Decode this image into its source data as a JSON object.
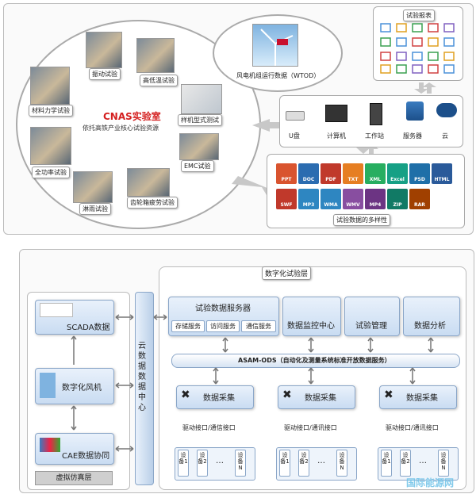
{
  "top": {
    "center_title": "CNAS实验室",
    "center_sub": "依托高铁产业核心试验资源",
    "lab_items": [
      "振动试验",
      "高低温试验",
      "材料力学试验",
      "样机型式测试",
      "全功率试验",
      "EMC试验",
      "淋雨试验",
      "齿轮箱疲劳试验"
    ],
    "wtod_label": "风电机组运行数据（WTOD）",
    "report_title": "试验报表",
    "storage": [
      "U盘",
      "计算机",
      "工作站",
      "服务器",
      "云"
    ],
    "formats": [
      "PPT",
      "DOC",
      "PDF",
      "TXT",
      "XML",
      "Excel",
      "PSD",
      "HTML",
      "SWF",
      "MP3",
      "WMA",
      "WMV",
      "MP4",
      "ZIP",
      "RAR"
    ],
    "diversity_label": "试验数据的多样性"
  },
  "bottom": {
    "layer_title": "数字化试验层",
    "cloud_center": "云数据数据中心",
    "scada": "SCADA数据",
    "digital_turbine": "数字化风机",
    "cae": "CAE数据协同",
    "virtual_layer": "虚拟仿真层",
    "server": "试验数据服务器",
    "server_subs": [
      "存储服务",
      "访问服务",
      "通信服务"
    ],
    "monitor": "数据监控中心",
    "manage": "试验管理",
    "analysis": "数据分析",
    "asam": "ASAM-ODS（自动化及测量系统标准开放数据服务）",
    "acq_label": "数据采集",
    "interface_labels": [
      "驱动接口/通信接口",
      "驱动接口/通讯接口",
      "驱动接口/通讯接口"
    ],
    "devices": [
      "设备1",
      "设备2",
      "…",
      "设备N"
    ]
  },
  "watermark": "国际能源网"
}
